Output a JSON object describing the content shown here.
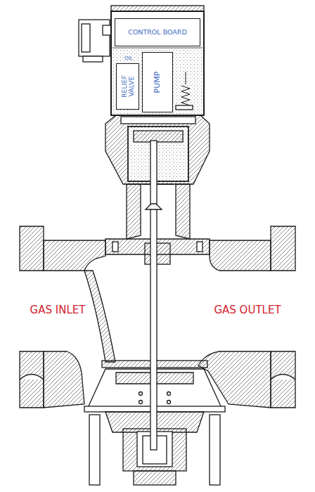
{
  "diagram": {
    "nodes": [
      {
        "text": [
          "CONTROL BOARD"
        ]
      },
      {
        "text": [
          "RELIEF VALVE"
        ]
      },
      {
        "text": [
          "PUMP"
        ]
      }
    ],
    "labels": [
      "OIL",
      "GAS INLET",
      "GAS OUTLET"
    ]
  }
}
